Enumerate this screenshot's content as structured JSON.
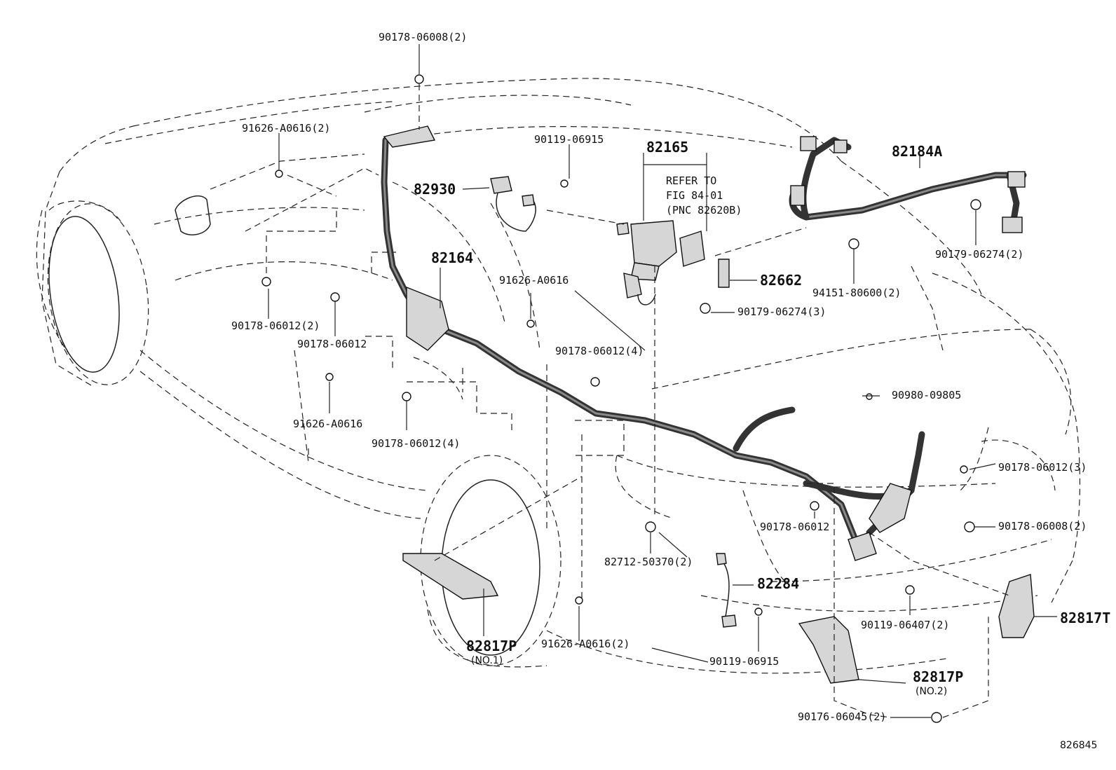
{
  "figure_id": "826845",
  "note": {
    "line1": "REFER TO",
    "line2": "FIG 84-01",
    "line3": "(PNC 82620B)"
  },
  "callouts": {
    "c_90178_06008_2_top": "90178-06008(2)",
    "c_91626_A0616_2_top": "91626-A0616(2)",
    "c_90119_06915_top": "90119-06915",
    "c_82165": "82165",
    "c_82184A": "82184A",
    "c_82930": "82930",
    "c_82164": "82164",
    "c_82662": "82662",
    "c_90179_06274_2": "90179-06274(2)",
    "c_94151_80600_2": "94151-80600(2)",
    "c_90179_06274_3": "90179-06274(3)",
    "c_91626_A0616_mid": "91626-A0616",
    "c_90178_06012_2": "90178-06012(2)",
    "c_90178_06012_left": "90178-06012",
    "c_90178_06012_4_right": "90178-06012(4)",
    "c_90980_09805": "90980-09805",
    "c_91626_A0616_left": "91626-A0616",
    "c_90178_06012_4_bottom": "90178-06012(4)",
    "c_90178_06012_3": "90178-06012(3)",
    "c_90178_06012_rear": "90178-06012",
    "c_90178_06008_2_rear": "90178-06008(2)",
    "c_82712_50370_2": "82712-50370(2)",
    "c_82284": "82284",
    "c_90119_06407_2": "90119-06407(2)",
    "c_82817T": "82817T",
    "c_82817P_1": "82817P",
    "c_82817P_1_sub": "(NO.1)",
    "c_91626_A0616_2_bottom": "91626-A0616(2)",
    "c_90119_06915_bottom": "90119-06915",
    "c_82817P_2": "82817P",
    "c_82817P_2_sub": "(NO.2)",
    "c_90176_06045_2": "90176-06045(2)"
  }
}
